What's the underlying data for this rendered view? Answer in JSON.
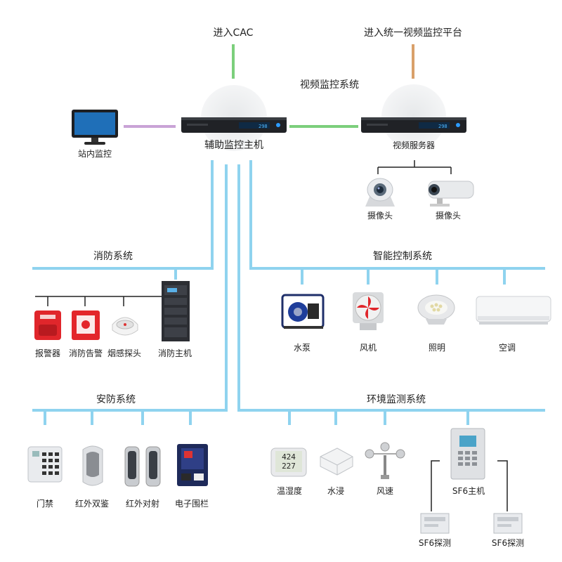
{
  "top": {
    "cac_label": "进入CAC",
    "platform_label": "进入统一视频监控平台",
    "video_system_label": "视频监控系统"
  },
  "core": {
    "monitor_label": "站内监控",
    "host_label": "辅助监控主机",
    "host_display": "298",
    "video_server_label": "视频服务器",
    "video_server_display": "298",
    "cameras": [
      {
        "label": "摄像头",
        "icon": "dome-camera-icon"
      },
      {
        "label": "摄像头",
        "icon": "bullet-camera-icon"
      }
    ]
  },
  "fire_system": {
    "title": "消防系统",
    "devices": [
      {
        "label": "报警器",
        "icon": "fire-alarm-icon"
      },
      {
        "label": "消防告警",
        "icon": "manual-call-point-icon"
      },
      {
        "label": "烟感探头",
        "icon": "smoke-detector-icon"
      },
      {
        "label": "消防主机",
        "icon": "fire-control-cabinet-icon"
      }
    ]
  },
  "smart_control": {
    "title": "智能控制系统",
    "devices": [
      {
        "label": "水泵",
        "icon": "water-pump-icon"
      },
      {
        "label": "风机",
        "icon": "fan-icon"
      },
      {
        "label": "照明",
        "icon": "light-icon"
      },
      {
        "label": "空调",
        "icon": "air-conditioner-icon"
      }
    ]
  },
  "security_system": {
    "title": "安防系统",
    "devices": [
      {
        "label": "门禁",
        "icon": "access-control-icon"
      },
      {
        "label": "红外双鉴",
        "icon": "dual-tech-detector-icon"
      },
      {
        "label": "红外对射",
        "icon": "infrared-beam-icon"
      },
      {
        "label": "电子围栏",
        "icon": "electric-fence-icon"
      }
    ]
  },
  "env_system": {
    "title": "环境监测系统",
    "devices": [
      {
        "label": "温湿度",
        "icon": "thermo-hygrometer-icon",
        "display_top": "424",
        "display_bottom": "227"
      },
      {
        "label": "水浸",
        "icon": "water-leak-sensor-icon"
      },
      {
        "label": "风速",
        "icon": "anemometer-icon"
      }
    ],
    "sf6_host": {
      "label": "SF6主机",
      "icon": "sf6-host-icon"
    },
    "sf6_sensors": [
      {
        "label": "SF6探测",
        "icon": "sf6-sensor-icon"
      },
      {
        "label": "SF6探测",
        "icon": "sf6-sensor-icon"
      }
    ]
  },
  "colors": {
    "bus": "#8fd3ef",
    "green_link": "#7ccf7c",
    "orange_link": "#d9a06a",
    "purple_link": "#c9a3d6"
  }
}
